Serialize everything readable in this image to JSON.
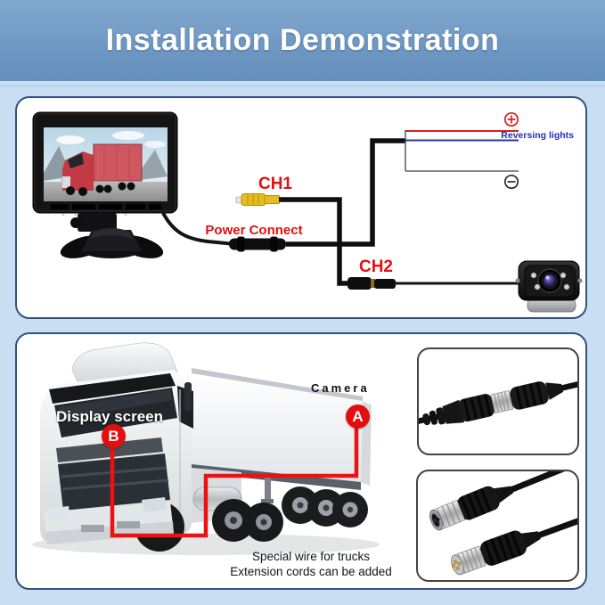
{
  "header": {
    "title": "Installation Demonstration"
  },
  "colors": {
    "header_blue": "#6f99c4",
    "page_background": "#c9def2",
    "panel_border": "#33517f",
    "label_red": "#e30f0f",
    "label_blue": "#2130b4",
    "wire_black": "#101010",
    "route_red": "#ed1111",
    "positive_red": "#d42020"
  },
  "diagram": {
    "ch1_label": "CH1",
    "ch2_label": "CH2",
    "power_label": "Power Connect",
    "reversing_label": "Reversing lights",
    "icons": {
      "positive": "circled-plus",
      "negative": "circled-minus",
      "monitor": "monitor-on-stand",
      "camera": "rear-view-camera",
      "rca": "yellow-rca-connector"
    }
  },
  "installation": {
    "camera_label": "Camera",
    "display_label": "Display screen",
    "marker_a": "A",
    "marker_b": "B",
    "note_line1": "Special wire for trucks",
    "note_line2": "Extension cords can be added",
    "icons": {
      "truck": "semi-truck-side-view",
      "connector_joined": "aviation-connector-mated",
      "connector_pair": "aviation-connector-male-female"
    }
  }
}
